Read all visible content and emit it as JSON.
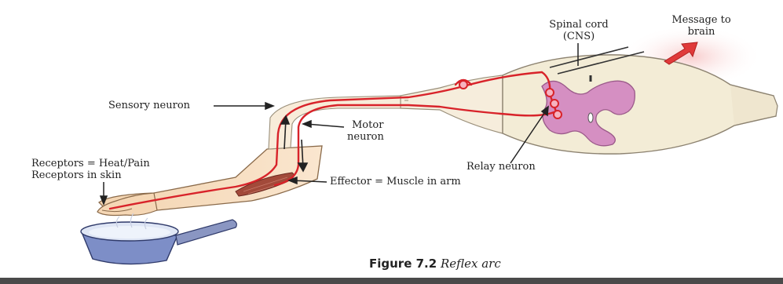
{
  "labels": {
    "spinal_cord": "Spinal cord",
    "cns": "(CNS)",
    "message_line1": "Message to",
    "message_line2": "brain",
    "sensory_neuron": "Sensory neuron",
    "motor_line1": "Motor",
    "motor_line2": "neuron",
    "receptors_line1": "Receptors = Heat/Pain",
    "receptors_line2": "Receptors in skin",
    "relay_neuron": "Relay neuron",
    "effector": "Effector = Muscle in arm"
  },
  "caption": {
    "figure": "Figure 7.2",
    "title": "Reflex arc"
  },
  "colors": {
    "nerve": "#d8232a",
    "skin": "#f6d9b8",
    "cord_white": "#f3ecd6",
    "grey_matter": "#d58fc2",
    "arrow_red": "#e03a3a",
    "bowl": "#7d8ec7"
  }
}
